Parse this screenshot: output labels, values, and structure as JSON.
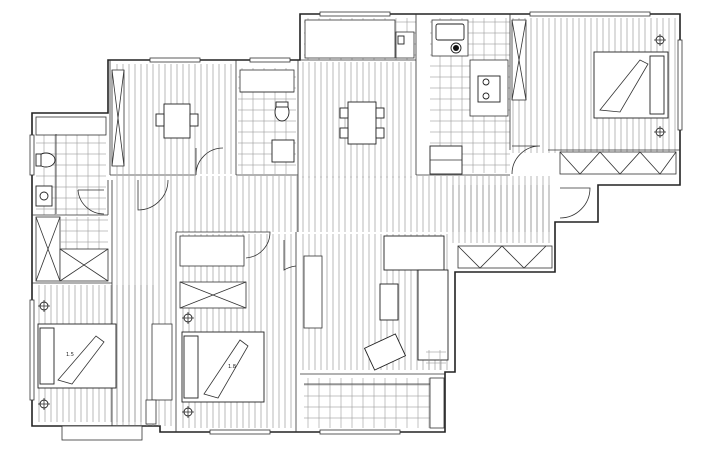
{
  "plan": {
    "bed_labels": {
      "left": "1.5",
      "middle": "1.8"
    },
    "rooms": [
      {
        "id": "master-bedroom",
        "floor": "wood"
      },
      {
        "id": "kitchen",
        "floor": "tile"
      },
      {
        "id": "balcony-top",
        "floor": "tile"
      },
      {
        "id": "dining",
        "floor": "wood"
      },
      {
        "id": "bathroom-left",
        "floor": "tile"
      },
      {
        "id": "bathroom-center",
        "floor": "tile"
      },
      {
        "id": "study",
        "floor": "wood"
      },
      {
        "id": "bedroom-left",
        "floor": "wood"
      },
      {
        "id": "bedroom-middle",
        "floor": "wood"
      },
      {
        "id": "living-room",
        "floor": "wood"
      },
      {
        "id": "balcony-bottom",
        "floor": "tile"
      },
      {
        "id": "corridor",
        "floor": "wood"
      }
    ],
    "colors": {
      "wall": "#222222",
      "background": "#ffffff",
      "hatch": "#777777"
    }
  }
}
